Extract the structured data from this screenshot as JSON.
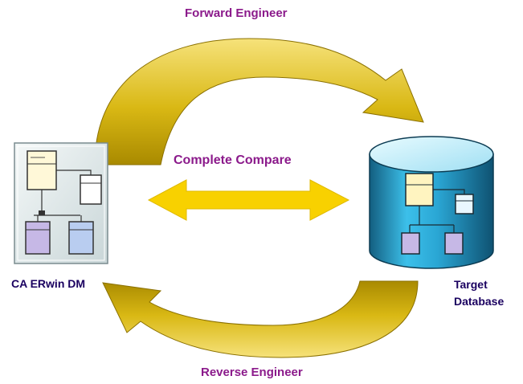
{
  "diagram": {
    "forward_label": "Forward Engineer",
    "compare_label": "Complete Compare",
    "reverse_label": "Reverse Engineer",
    "source_label": "CA ERwin DM",
    "target_label_line1": "Target",
    "target_label_line2": "Database"
  },
  "icons": {
    "source": "data-model-document-icon",
    "target": "database-cylinder-icon",
    "forward": "curved-arrow-right-icon",
    "compare": "double-headed-arrow-icon",
    "reverse": "curved-arrow-left-icon"
  },
  "colors": {
    "arrow_gold": "#c9a800",
    "arrow_light": "#f5e070",
    "compare_arrow": "#f8d100",
    "label_purple": "#8b1a8b",
    "label_ink": "#1a0060",
    "database_blue": "#2aa6d4"
  }
}
